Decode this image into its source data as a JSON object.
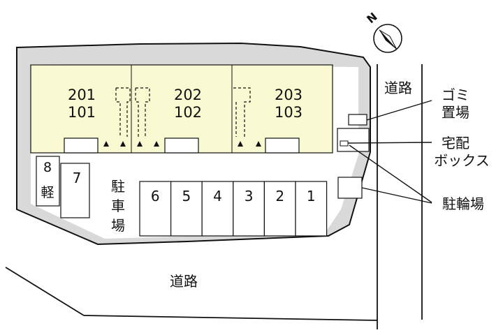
{
  "compass": {
    "north_label": "N"
  },
  "roads": {
    "east": "道路",
    "south": "道路"
  },
  "units": [
    {
      "upper": "201",
      "lower": "101"
    },
    {
      "upper": "202",
      "lower": "102"
    },
    {
      "upper": "203",
      "lower": "103"
    }
  ],
  "parking": {
    "label_chars": [
      "駐",
      "車",
      "場"
    ],
    "spaces": [
      "6",
      "5",
      "4",
      "3",
      "2",
      "1"
    ],
    "left_spaces": {
      "number": "7",
      "small_number": "8",
      "small_label": "軽"
    }
  },
  "facilities": {
    "garbage": [
      "ゴミ",
      "置場"
    ],
    "delivery_box": [
      "宅配",
      "ボックス"
    ],
    "bicycle_parking": "駐輪場"
  },
  "colors": {
    "building": "#fafad2",
    "site": "#d9d9d9",
    "lines": "#111111"
  }
}
